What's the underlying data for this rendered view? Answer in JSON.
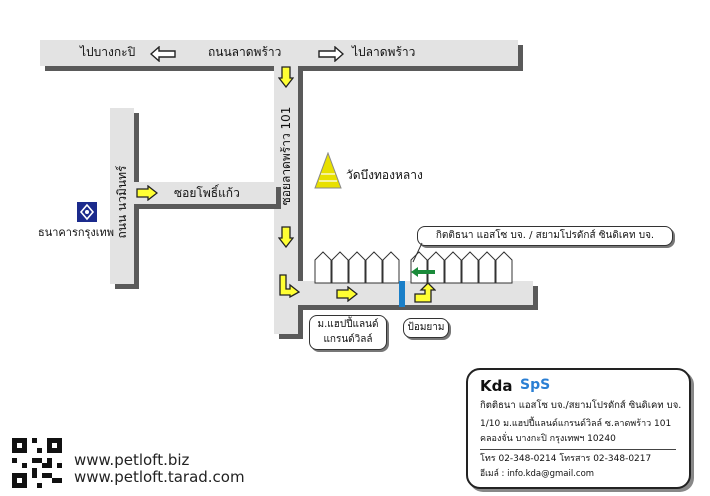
{
  "roads": {
    "main": "ถนนลาดพร้าว",
    "to_bangkapi": "ไปบางกะปิ",
    "to_ladprao": "ไปลาดพร้าว",
    "soi101": "ซอยลาดพร้าว 101",
    "nawamin": "ถนน นวมินทร์",
    "soi_phochaeo": "ซอยโพธิ์แก้ว"
  },
  "landmarks": {
    "temple": "วัดบึงทองหลาง",
    "bank": "ธนาคารกรุงเทพ",
    "company": "กิตติธนา แอสโซ บจ. / สยามโปรดักส์ ซินดิเคท บจ.",
    "village_line1": "ม.แฮปปี้แลนด์",
    "village_line2": "แกรนด์วิลล์",
    "guard": "ป้อมยาม"
  },
  "card": {
    "logo_kda": "Kda",
    "logo_sps": "SpS",
    "company": "กิตติธนา แอสโซ บจ./สยามโปรดักส์ ซินดิเคท บจ.",
    "address1": "1/10 ม.แฮปปี้แลนด์แกรนด์วิลล์ ซ.ลาดพร้าว 101",
    "address2": "คลองจั่น บางกะปิ กรุงเทพฯ 10240",
    "phone": "โทร 02-348-0214 โทรสาร 02-348-0217",
    "email": "อีเมล์ : info.kda@gmail.com"
  },
  "links": {
    "site1": "www.petloft.biz",
    "site2": "www.petloft.tarad.com"
  },
  "colors": {
    "road": "#e3e3e3",
    "road_shadow": "#5a5a5a",
    "arrow_yellow": "#ffff33",
    "temple_yellow": "#e8e000",
    "bank_blue": "#1b2a8c",
    "gate_blue": "#1a7fc8",
    "company_green": "#1a8a3a",
    "sps_blue": "#2a7fd4"
  }
}
